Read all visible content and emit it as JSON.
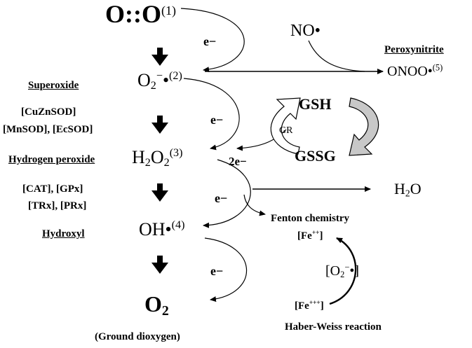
{
  "species": {
    "o2_start": {
      "formula": "O::O",
      "mark": "(1)"
    },
    "superoxide": {
      "base": "O",
      "sub": "2",
      "sup": "−",
      "dot": "•",
      "mark": "(2)"
    },
    "h2o2": {
      "h": "H",
      "h_sub": "2",
      "o": "O",
      "o_sub": "2",
      "mark": "(3)"
    },
    "hydroxyl": {
      "formula": "OH•",
      "mark": "(4)"
    },
    "o2_end": {
      "base": "O",
      "sub": "2"
    },
    "no": "NO•",
    "onoo": "ONOO•",
    "onoo_mark": "(5)",
    "water": {
      "h": "H",
      "h_sub": "2",
      "o": "O"
    },
    "gsh": "GSH",
    "gssg": "GSSG",
    "gr": "GR"
  },
  "labels": {
    "superoxide": "Superoxide",
    "superoxide_enzymes_1": "[CuZnSOD]",
    "superoxide_enzymes_2": "[MnSOD], [EcSOD]",
    "hydrogen_peroxide": "Hydrogen peroxide",
    "h2o2_enzymes_1": "[CAT], [GPx]",
    "h2o2_enzymes_2": "[TRx], [PRx]",
    "hydroxyl": "Hydroxyl",
    "ground": "(Ground dioxygen)",
    "peroxynitrite": "Peroxynitrite",
    "fenton": "Fenton chemistry",
    "fe2_open": "[Fe",
    "fe2_charge": "++",
    "fe2_close": "]",
    "fe3_open": "[Fe",
    "fe3_charge": "+++",
    "fe3_close": "]",
    "haber_weiss": "Haber-Weiss reaction",
    "sup_bracket_open": "[O",
    "sup_bracket_sub": "2",
    "sup_bracket_sup": "−",
    "sup_bracket_close": "•]"
  },
  "electrons": {
    "e1": "e−",
    "e2": "e−",
    "e3": "e−",
    "e4": "e−",
    "e2x": "2e−"
  }
}
